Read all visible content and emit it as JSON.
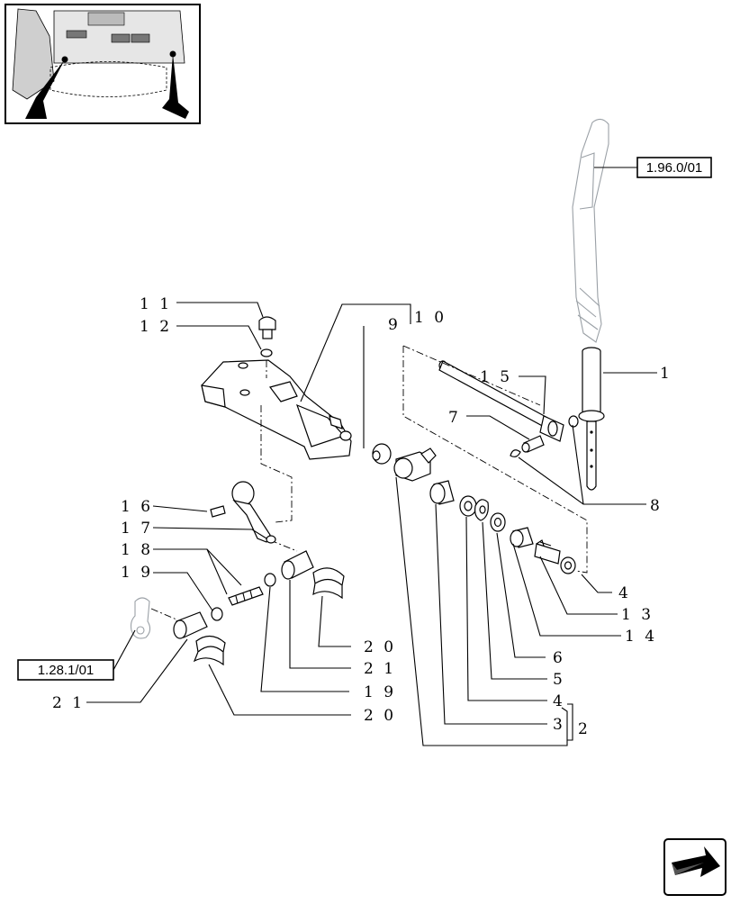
{
  "callouts": {
    "c1": "1",
    "c2": "2",
    "c3": "3",
    "c4a": "4",
    "c4b": "4",
    "c5": "5",
    "c6": "6",
    "c7": "7",
    "c8": "8",
    "c9": "9",
    "c10": "1 0",
    "c11": "1 1",
    "c12": "1 2",
    "c13": "1 3",
    "c14": "1 4",
    "c15": "1 5",
    "c16": "1 6",
    "c17": "1 7",
    "c18": "1 8",
    "c19a": "1 9",
    "c19b": "1 9",
    "c20a": "2 0",
    "c20b": "2 0",
    "c21a": "2 1",
    "c21b": "2 1"
  },
  "references": {
    "lever_ref": "1.96.0/01",
    "linkage_ref": "1.28.1/01"
  },
  "icons": {
    "thumbnail": "tractor-pedals-thumbnail-icon",
    "next_page": "next-page-arrow-icon"
  }
}
